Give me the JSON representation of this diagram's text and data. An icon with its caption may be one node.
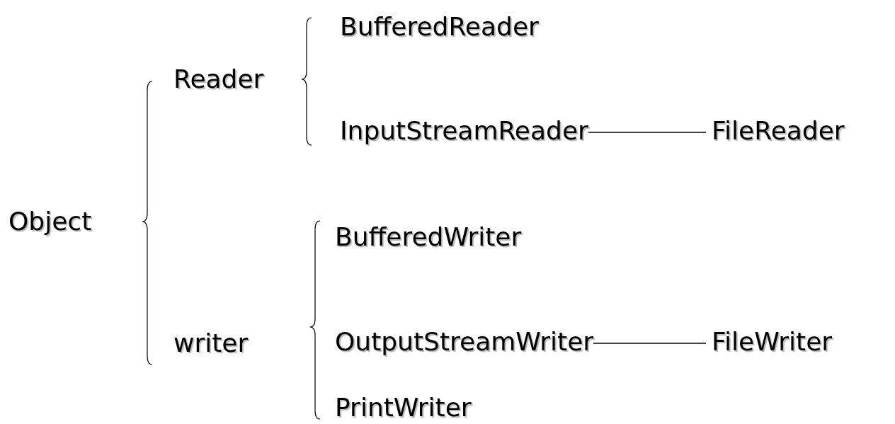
{
  "diagram": {
    "nodes": [
      {
        "text": [
          "Object"
        ]
      },
      {
        "text": [
          "Reader"
        ]
      },
      {
        "text": [
          "writer"
        ]
      },
      {
        "text": [
          "BufferedReader"
        ]
      },
      {
        "text": [
          "InputStreamReader"
        ]
      },
      {
        "text": [
          "FileReader"
        ]
      },
      {
        "text": [
          "BufferedWriter"
        ]
      },
      {
        "text": [
          "OutputStreamWriter"
        ]
      },
      {
        "text": [
          "FileWriter"
        ]
      },
      {
        "text": [
          "PrintWriter"
        ]
      }
    ],
    "edges": [
      {
        "from": 4,
        "to": 5,
        "arrow": "none"
      },
      {
        "from": 7,
        "to": 8,
        "arrow": "none"
      }
    ]
  }
}
